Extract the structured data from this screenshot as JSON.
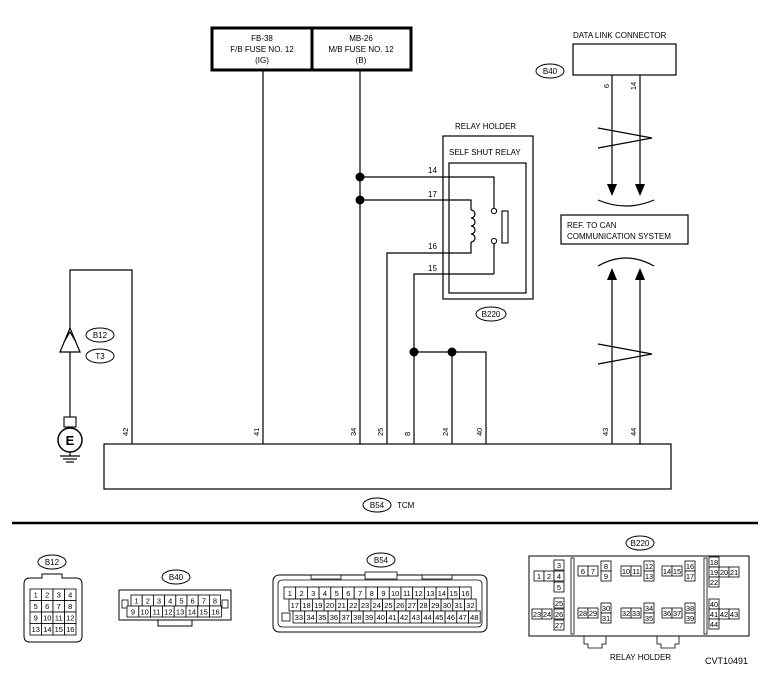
{
  "fuses": [
    {
      "line1": "FB-38",
      "line2": "F/B FUSE NO. 12",
      "line3": "(IG)"
    },
    {
      "line1": "MB-26",
      "line2": "M/B FUSE NO. 12",
      "line3": "(B)"
    }
  ],
  "data_link_connector": {
    "title": "DATA LINK CONNECTOR",
    "connector": "B40",
    "pin_left": "6",
    "pin_right": "14"
  },
  "relay_holder": {
    "title": "RELAY HOLDER",
    "relay": "SELF SHUT RELAY",
    "connector": "B220",
    "pins": [
      "14",
      "17",
      "16",
      "15"
    ]
  },
  "can_box": {
    "line1": "REF. TO CAN",
    "line2": "COMMUNICATION SYSTEM"
  },
  "ground": {
    "connector_a": "B12",
    "connector_b": "T3",
    "symbol": "E"
  },
  "tcm": {
    "connector": "B54",
    "label": "TCM",
    "pins": [
      "42",
      "41",
      "34",
      "25",
      "8",
      "24",
      "40",
      "43",
      "44"
    ]
  },
  "views": {
    "b12": {
      "title": "B12",
      "rows": [
        [
          "1",
          "2",
          "3",
          "4"
        ],
        [
          "5",
          "6",
          "7",
          "8"
        ],
        [
          "9",
          "10",
          "11",
          "12"
        ],
        [
          "13",
          "14",
          "15",
          "16"
        ]
      ]
    },
    "b40": {
      "title": "B40",
      "rows": [
        [
          "1",
          "2",
          "3",
          "4",
          "5",
          "6",
          "7",
          "8"
        ],
        [
          "9",
          "10",
          "11",
          "12",
          "13",
          "14",
          "15",
          "16"
        ]
      ]
    },
    "b54": {
      "title": "B54",
      "rows": [
        [
          "1",
          "2",
          "3",
          "4",
          "5",
          "6",
          "7",
          "8",
          "9",
          "10",
          "11",
          "12",
          "13",
          "14",
          "15",
          "16"
        ],
        [
          "17",
          "18",
          "19",
          "20",
          "21",
          "22",
          "23",
          "24",
          "25",
          "26",
          "27",
          "28",
          "29",
          "30",
          "31",
          "32"
        ],
        [
          "33",
          "34",
          "35",
          "36",
          "37",
          "38",
          "39",
          "40",
          "41",
          "42",
          "43",
          "44",
          "45",
          "46",
          "47",
          "48"
        ]
      ]
    },
    "b220": {
      "title": "B220",
      "footer": "RELAY HOLDER",
      "cells": [
        "1",
        "2",
        "3",
        "4",
        "5",
        "6",
        "7",
        "8",
        "9",
        "10",
        "11",
        "12",
        "13",
        "14",
        "15",
        "16",
        "17",
        "18",
        "19",
        "20",
        "21",
        "22",
        "23",
        "24",
        "25",
        "26",
        "27",
        "28",
        "29",
        "30",
        "31",
        "32",
        "33",
        "34",
        "35",
        "36",
        "37",
        "38",
        "39",
        "40",
        "41",
        "42",
        "43",
        "44"
      ]
    }
  },
  "figure_code": "CVT10491"
}
